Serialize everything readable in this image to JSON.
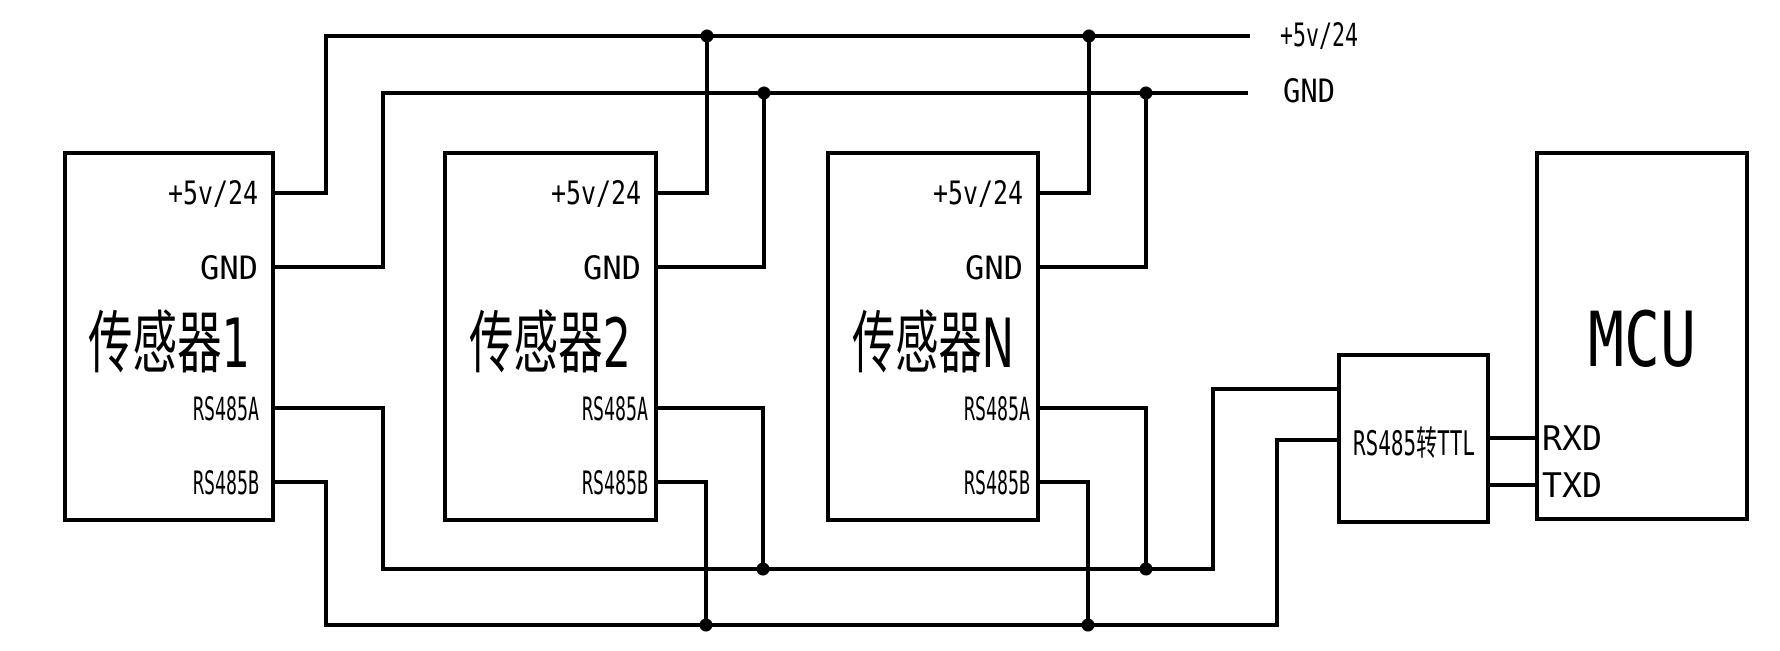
{
  "diagram": {
    "type": "circuit-wiring-diagram",
    "colors": {
      "line": "#000000",
      "background": "#ffffff"
    },
    "power_rails": [
      {
        "label": "+5v/24"
      },
      {
        "label": "GND"
      }
    ],
    "sensors": [
      {
        "name": "传感器1",
        "pins": {
          "power": "+5v/24",
          "ground": "GND",
          "rs485a": "RS485A",
          "rs485b": "RS485B"
        }
      },
      {
        "name": "传感器2",
        "pins": {
          "power": "+5v/24",
          "ground": "GND",
          "rs485a": "RS485A",
          "rs485b": "RS485B"
        }
      },
      {
        "name": "传感器N",
        "pins": {
          "power": "+5v/24",
          "ground": "GND",
          "rs485a": "RS485A",
          "rs485b": "RS485B"
        }
      }
    ],
    "converter": {
      "label": "RS485转TTL"
    },
    "mcu": {
      "label": "MCU",
      "pins": [
        "RXD",
        "TXD"
      ]
    }
  }
}
